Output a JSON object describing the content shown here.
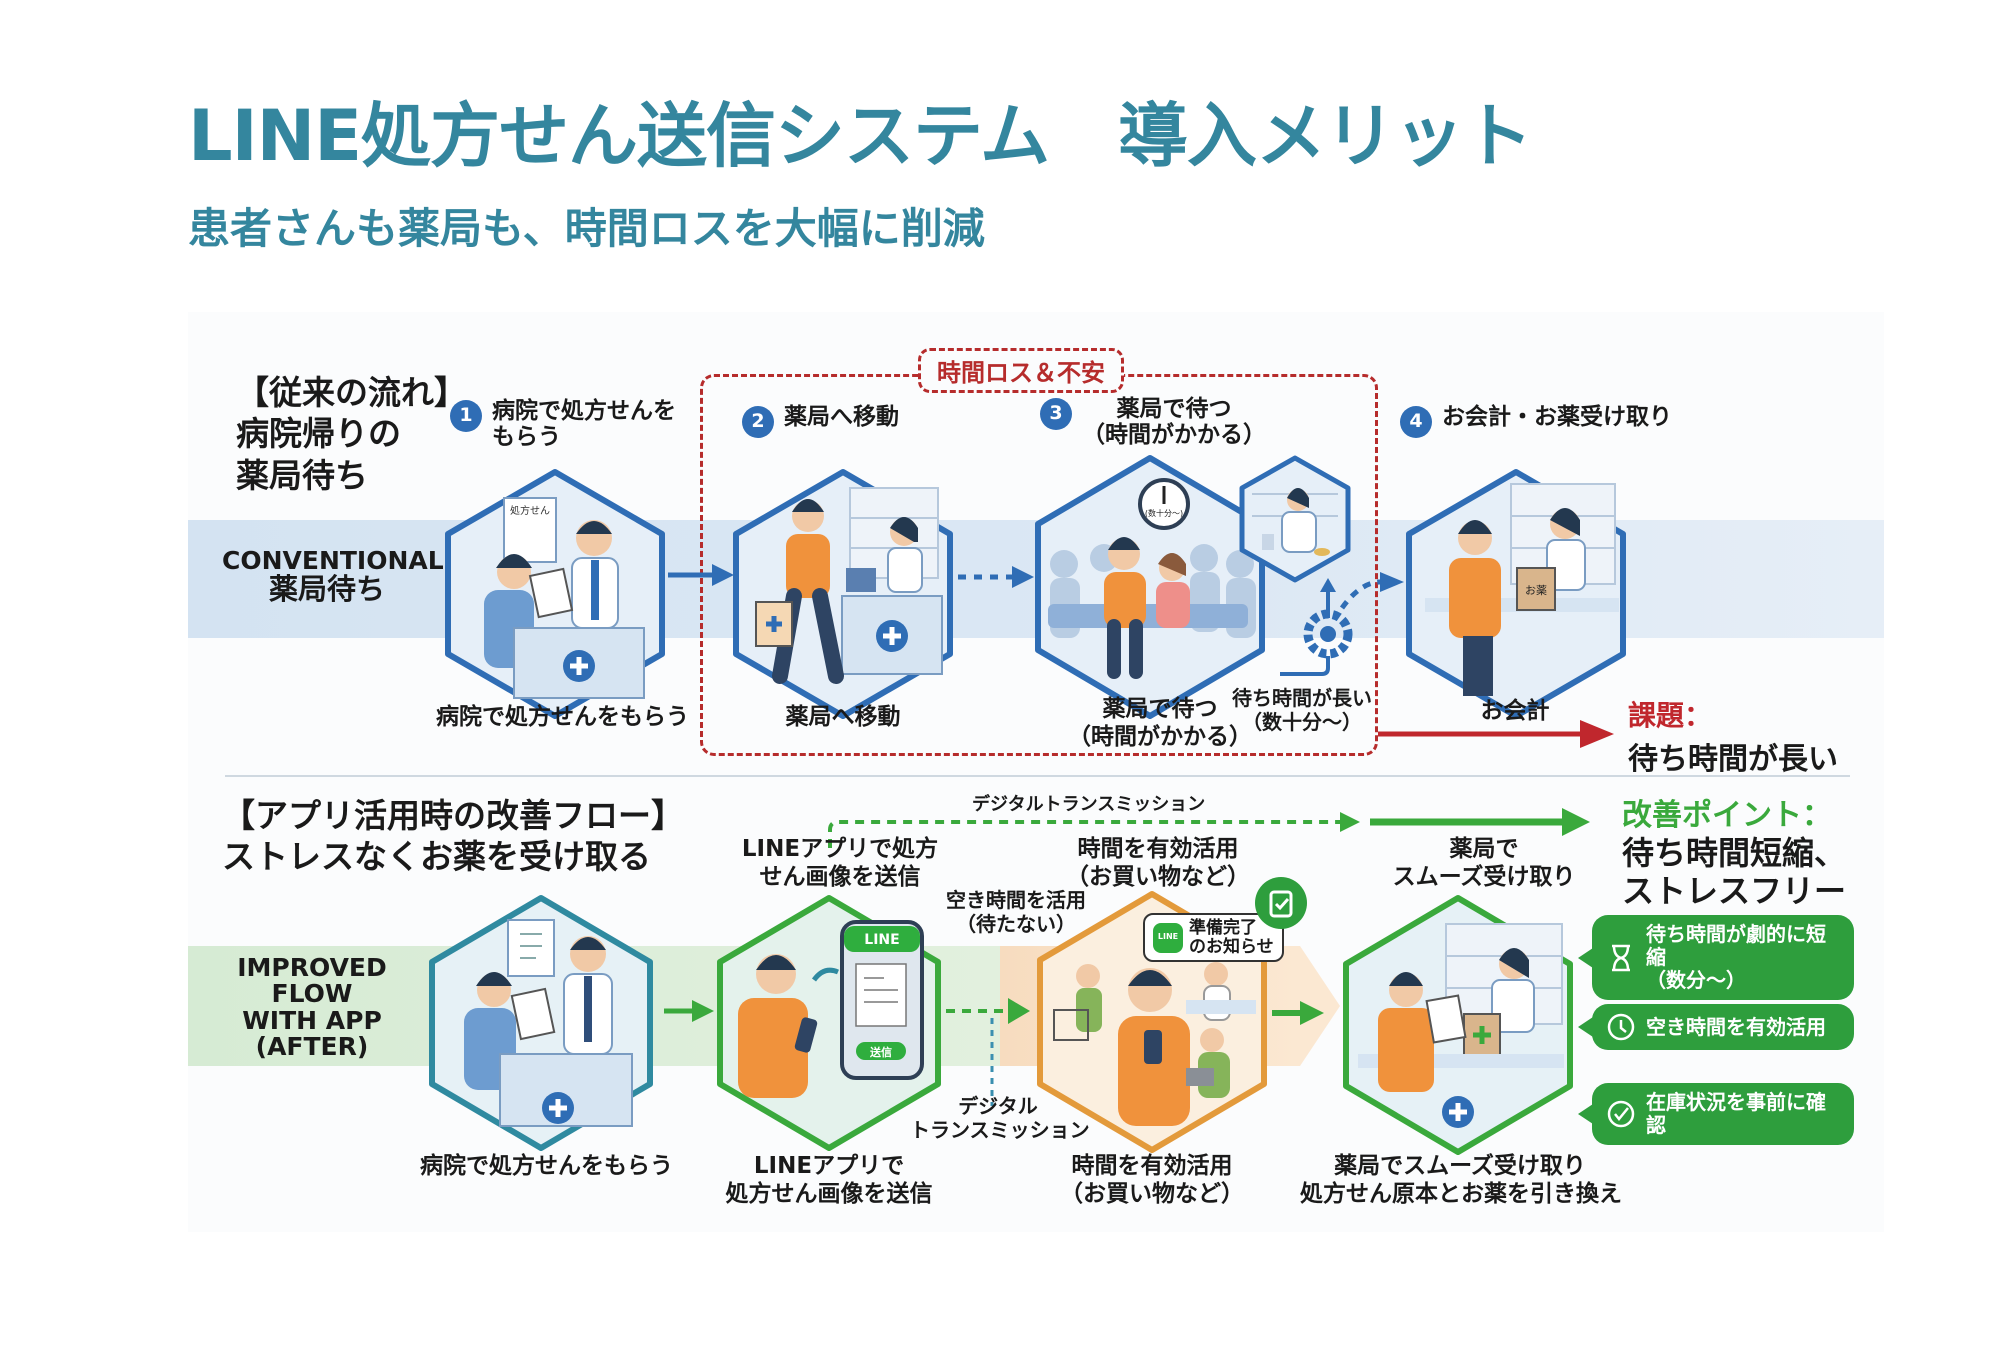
{
  "header": {
    "title": "LINE処方せん送信システム　導入メリット",
    "subtitle": "患者さんも薬局も、時間ロスを大幅に削減"
  },
  "conventional": {
    "heading_lines": [
      "【従来の流れ】",
      "病院帰りの",
      "薬局待ち"
    ],
    "band_label_en": "CONVENTIONAL",
    "band_label_jp": "薬局待ち",
    "loss_tag": "時間ロス＆不安",
    "steps": [
      {
        "num": "1",
        "title_lines": [
          "病院で処方せんを",
          "もらう"
        ],
        "caption_lines": [
          "病院で処方せんをもらう"
        ],
        "prop_text": "処方せん"
      },
      {
        "num": "2",
        "title_lines": [
          "薬局へ移動"
        ],
        "caption_lines": [
          "薬局へ移動"
        ]
      },
      {
        "num": "3",
        "title_lines": [
          "薬局で待つ",
          "（時間がかかる）"
        ],
        "caption_lines": [
          "薬局で待つ",
          "（時間がかかる）"
        ],
        "clock_text": "(数十分〜)"
      },
      {
        "num": "4",
        "title_lines": [
          "お会計・お薬受け取り"
        ],
        "caption_lines": [
          "お会計"
        ],
        "bag_text": "お薬"
      }
    ],
    "wait_note_lines": [
      "待ち時間が長い",
      "（数十分〜）"
    ],
    "issue_label": "課題：",
    "issue_text": "待ち時間が長い",
    "colors": {
      "accent": "#2f6db5",
      "loss": "#b62c2c",
      "issue": "#c0272d"
    }
  },
  "improved": {
    "heading_lines": [
      "【アプリ活用時の改善フロー】",
      "ストレスなくお薬を受け取る"
    ],
    "band_label_lines": [
      "IMPROVED",
      "FLOW",
      "WITH APP",
      "(AFTER)"
    ],
    "digital_transmission_top": "デジタルトランスミッション",
    "digital_transmission_bottom_lines": [
      "デジタル",
      "トランスミッション"
    ],
    "steps": [
      {
        "title_lines": [],
        "caption_lines": [
          "病院で処方せんをもらう"
        ]
      },
      {
        "title_lines": [
          "LINEアプリで処方",
          "せん画像を送信"
        ],
        "caption_lines": [
          "LINEアプリで",
          "処方せん画像を送信"
        ],
        "phone_header": "LINE",
        "phone_button": "送信"
      },
      {
        "title_lines": [
          "時間を有効活用",
          "（お買い物など）"
        ],
        "caption_lines": [
          "時間を有効活用",
          "（お買い物など）"
        ],
        "side_note_lines": [
          "空き時間を活用",
          "（待たない）"
        ],
        "bubble_icon": "LINE",
        "bubble_lines": [
          "準備完了",
          "のお知らせ"
        ]
      },
      {
        "title_lines": [
          "薬局で",
          "スムーズ受け取り"
        ],
        "caption_lines": [
          "薬局でスムーズ受け取り",
          "処方せん原本とお薬を引き換え"
        ]
      }
    ],
    "improvement_label": "改善ポイント：",
    "improvement_lines": [
      "待ち時間短縮、",
      "ストレスフリー"
    ],
    "benefits": [
      {
        "icon": "hourglass-icon",
        "lines": [
          "待ち時間が劇的に短縮",
          "（数分〜）"
        ]
      },
      {
        "icon": "clock-icon",
        "lines": [
          "空き時間を有効活用"
        ]
      },
      {
        "icon": "check-circle-icon",
        "lines": [
          "在庫状況を事前に確認"
        ]
      }
    ],
    "colors": {
      "accent": "#2e9e3d",
      "highlight": "#e39a3b",
      "title": "#34869e"
    }
  }
}
